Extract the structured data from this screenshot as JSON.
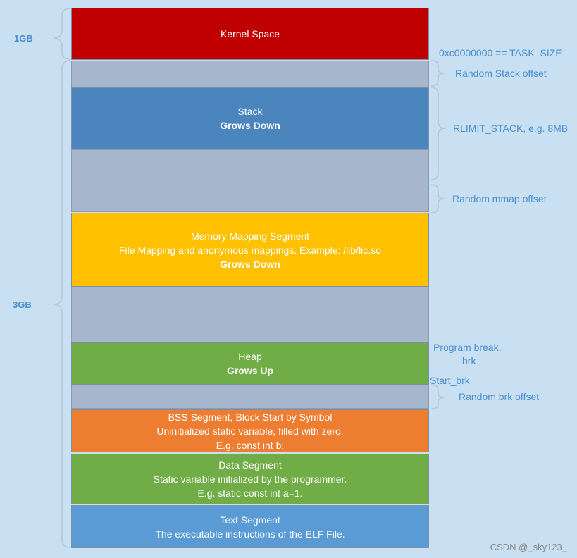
{
  "sizes": {
    "kernel": "1GB",
    "user": "3GB"
  },
  "blocks": {
    "kernel": {
      "label": "Kernel Space",
      "color": "#c00000"
    },
    "stack": {
      "label": "Stack",
      "sub": "Grows Down",
      "color": "#4a86bd"
    },
    "mmap": {
      "label": "Memory Mapping Segment",
      "line2": "File Mapping and anonymous mappings. Example: /lib/lic.so",
      "sub": "Grows Down",
      "color": "#ffc000"
    },
    "heap": {
      "label": "Heap",
      "sub": "Grows Up",
      "color": "#70ad47"
    },
    "bss": {
      "label": "BSS Segment, Block Start by Symbol",
      "line2": "Uninitialized static variable, filled with zero.",
      "line3": "E.g. const int b;",
      "color": "#ed7d31"
    },
    "data": {
      "label": "Data Segment",
      "line2": "Static variable initialized by the programmer.",
      "line3": "E.g. static const int a=1.",
      "color": "#70ad47"
    },
    "text": {
      "label": "Text Segment",
      "line2": "The executable instructions of the ELF File.",
      "color": "#5b9bd5"
    },
    "gap_color": "#a6b6cc"
  },
  "annotations": {
    "task_size": "0xc0000000 == TASK_SIZE",
    "random_stack": "Random Stack offset",
    "rlimit": "RLIMIT_STACK, e.g. 8MB",
    "random_mmap": "Random mmap offset",
    "program_break_1": "Program break,",
    "program_break_2": "brk",
    "start_brk": "Start_brk",
    "random_brk": "Random brk offset"
  },
  "watermark": "CSDN @_sky123_"
}
